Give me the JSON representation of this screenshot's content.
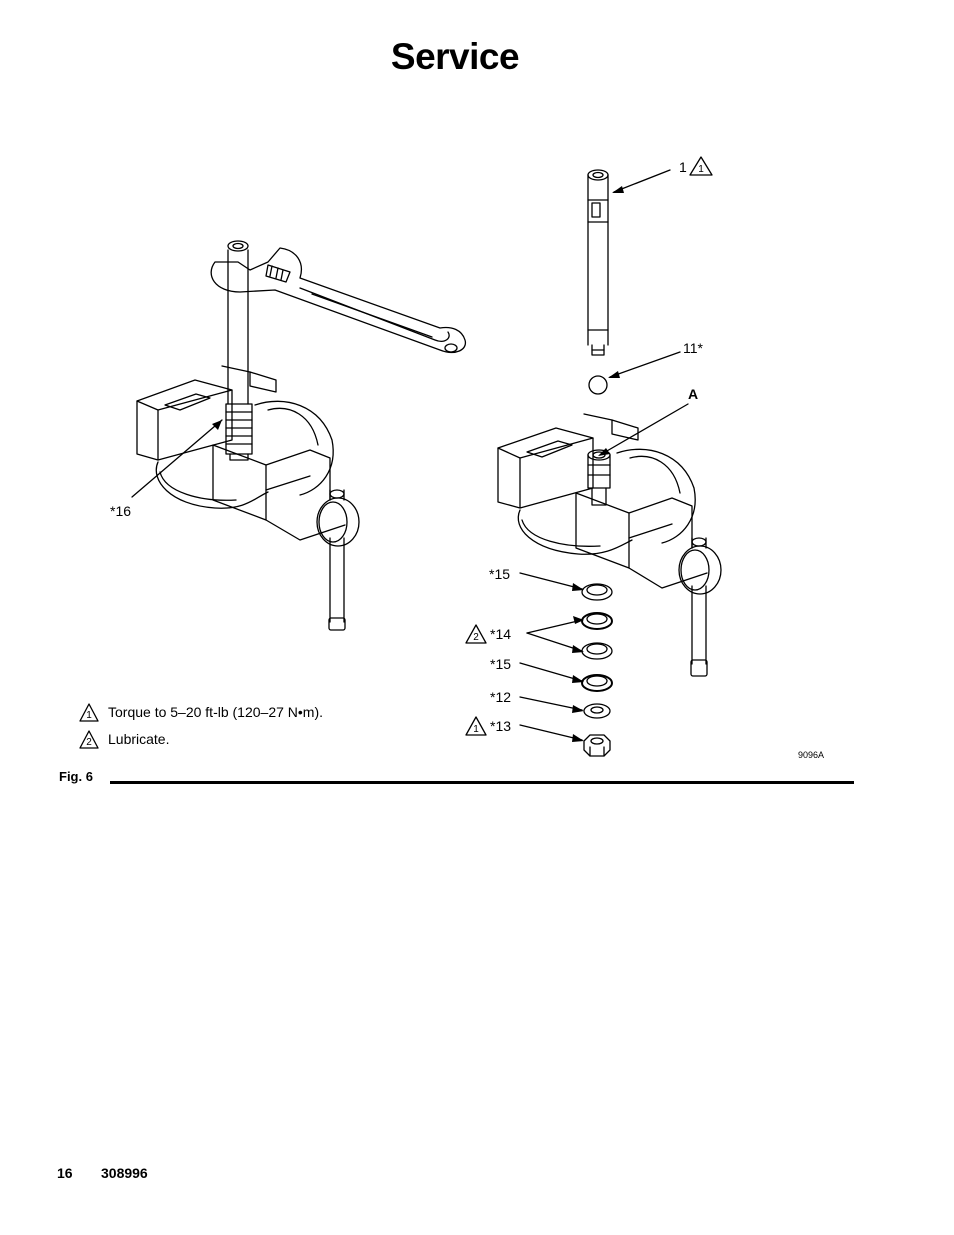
{
  "page": {
    "title": "Service"
  },
  "figure": {
    "callouts": {
      "c1": "1",
      "c11": "11*",
      "cA": "A",
      "c16": "*16",
      "c15a": "*15",
      "c14": "*14",
      "c15b": "*15",
      "c12": "*12",
      "c13": "*13"
    },
    "warning_marks": {
      "one": "1",
      "two": "2"
    },
    "drawing_id": "9096A",
    "notes": [
      {
        "mark": "1",
        "text": "Torque to 5–20 ft-lb (120–27 N•m)."
      },
      {
        "mark": "2",
        "text": "Lubricate."
      }
    ],
    "label": "Fig. 6"
  },
  "footer": {
    "page_number": "16",
    "doc_number": "308996"
  }
}
